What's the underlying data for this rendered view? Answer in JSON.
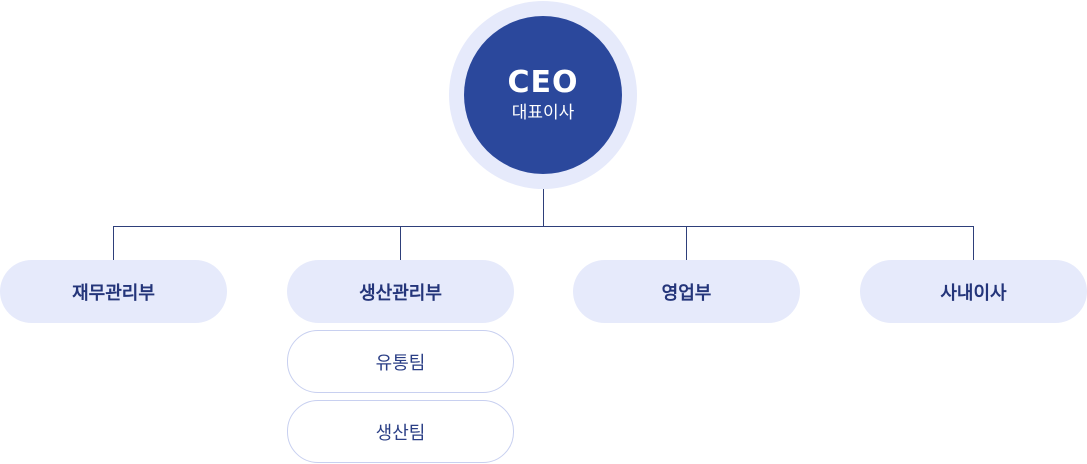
{
  "ceo": {
    "title": "CEO",
    "subtitle": "대표이사"
  },
  "departments": [
    {
      "label": "재무관리부"
    },
    {
      "label": "생산관리부"
    },
    {
      "label": "영업부"
    },
    {
      "label": "사내이사"
    }
  ],
  "teams": [
    {
      "label": "유통팀"
    },
    {
      "label": "생산팀"
    }
  ],
  "colors": {
    "ceo_fill": "#2b489c",
    "halo_fill": "#e6eafb",
    "dept_fill": "#e6eafb",
    "dept_text": "#24357a",
    "team_border": "#c8d0f0",
    "connector": "#2e3f7a"
  }
}
